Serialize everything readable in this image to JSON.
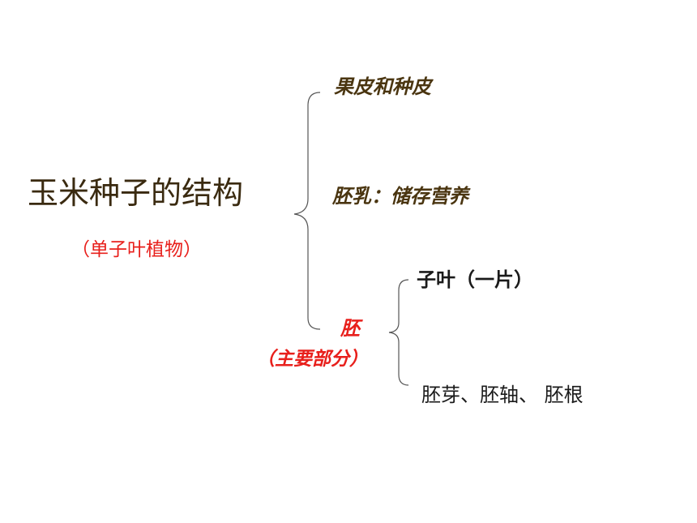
{
  "title": "玉米种子的结构",
  "subtitle": "（单子叶植物）",
  "level1": {
    "pericarp": "果皮和种皮",
    "endosperm": "胚乳：储存营养",
    "embryo": "胚",
    "embryo_note": "（主要部分）"
  },
  "level2": {
    "cotyledon": "子叶（一片）",
    "parts": "胚芽、胚轴、 胚根"
  },
  "colors": {
    "title": "#3a2a10",
    "accent_red": "#e8201c",
    "branch_text": "#4a3510"
  }
}
